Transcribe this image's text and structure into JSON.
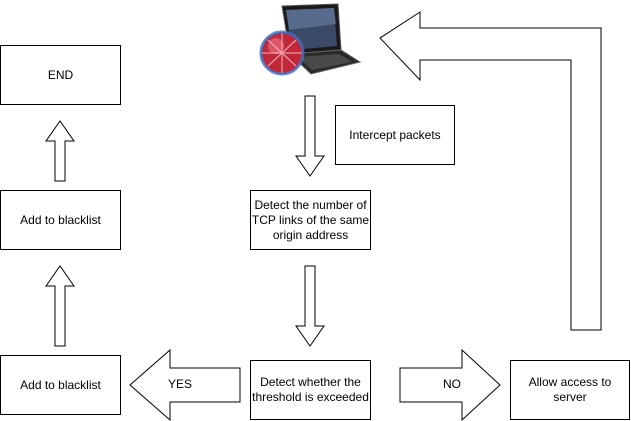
{
  "diagram": {
    "nodes": {
      "end": "END",
      "blacklist_upper": "Add to blacklist",
      "blacklist_lower": "Add to blacklist",
      "intercept": "Intercept packets",
      "detect_links": "Detect the number of TCP links of the same origin address",
      "detect_threshold": "Detect whether the threshold is exceeded",
      "allow_access": "Allow access to server"
    },
    "edge_labels": {
      "yes": "YES",
      "no": "NO"
    },
    "icons": {
      "laptop": "laptop-with-virus-icon"
    }
  }
}
